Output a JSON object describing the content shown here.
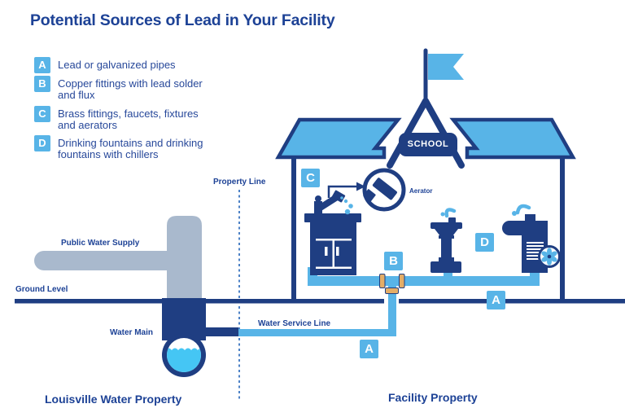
{
  "title": "Potential Sources of Lead in Your Facility",
  "colors": {
    "text_navy": "#1D4296",
    "shape_navy": "#1F3E82",
    "light_blue": "#58B4E7",
    "gray_pipe": "#A9B9CD",
    "water": "#45C6F4",
    "copper_tan": "#E3AD67"
  },
  "legend": {
    "items": [
      {
        "letter": "A",
        "line1": "Lead or galvanized pipes",
        "line2": ""
      },
      {
        "letter": "B",
        "line1": "Copper fittings with lead solder",
        "line2": "and flux"
      },
      {
        "letter": "C",
        "line1": "Brass fittings, faucets, fixtures",
        "line2": "and aerators"
      },
      {
        "letter": "D",
        "line1": "Drinking fountains and drinking",
        "line2": "fountains with chillers"
      }
    ]
  },
  "diagram": {
    "school_sign": "SCHOOL",
    "aerator_label": "Aerator",
    "property_line_label": "Property Line",
    "public_water_supply_label": "Public Water Supply",
    "ground_level_label": "Ground Level",
    "water_main_label": "Water Main",
    "water_service_line_label": "Water Service Line",
    "badges": {
      "sink": "C",
      "junction": "B",
      "fountain": "D",
      "floor": "A",
      "service": "A"
    }
  },
  "footer": {
    "left_label": "Louisville Water Property",
    "right_label": "Facility Property"
  }
}
